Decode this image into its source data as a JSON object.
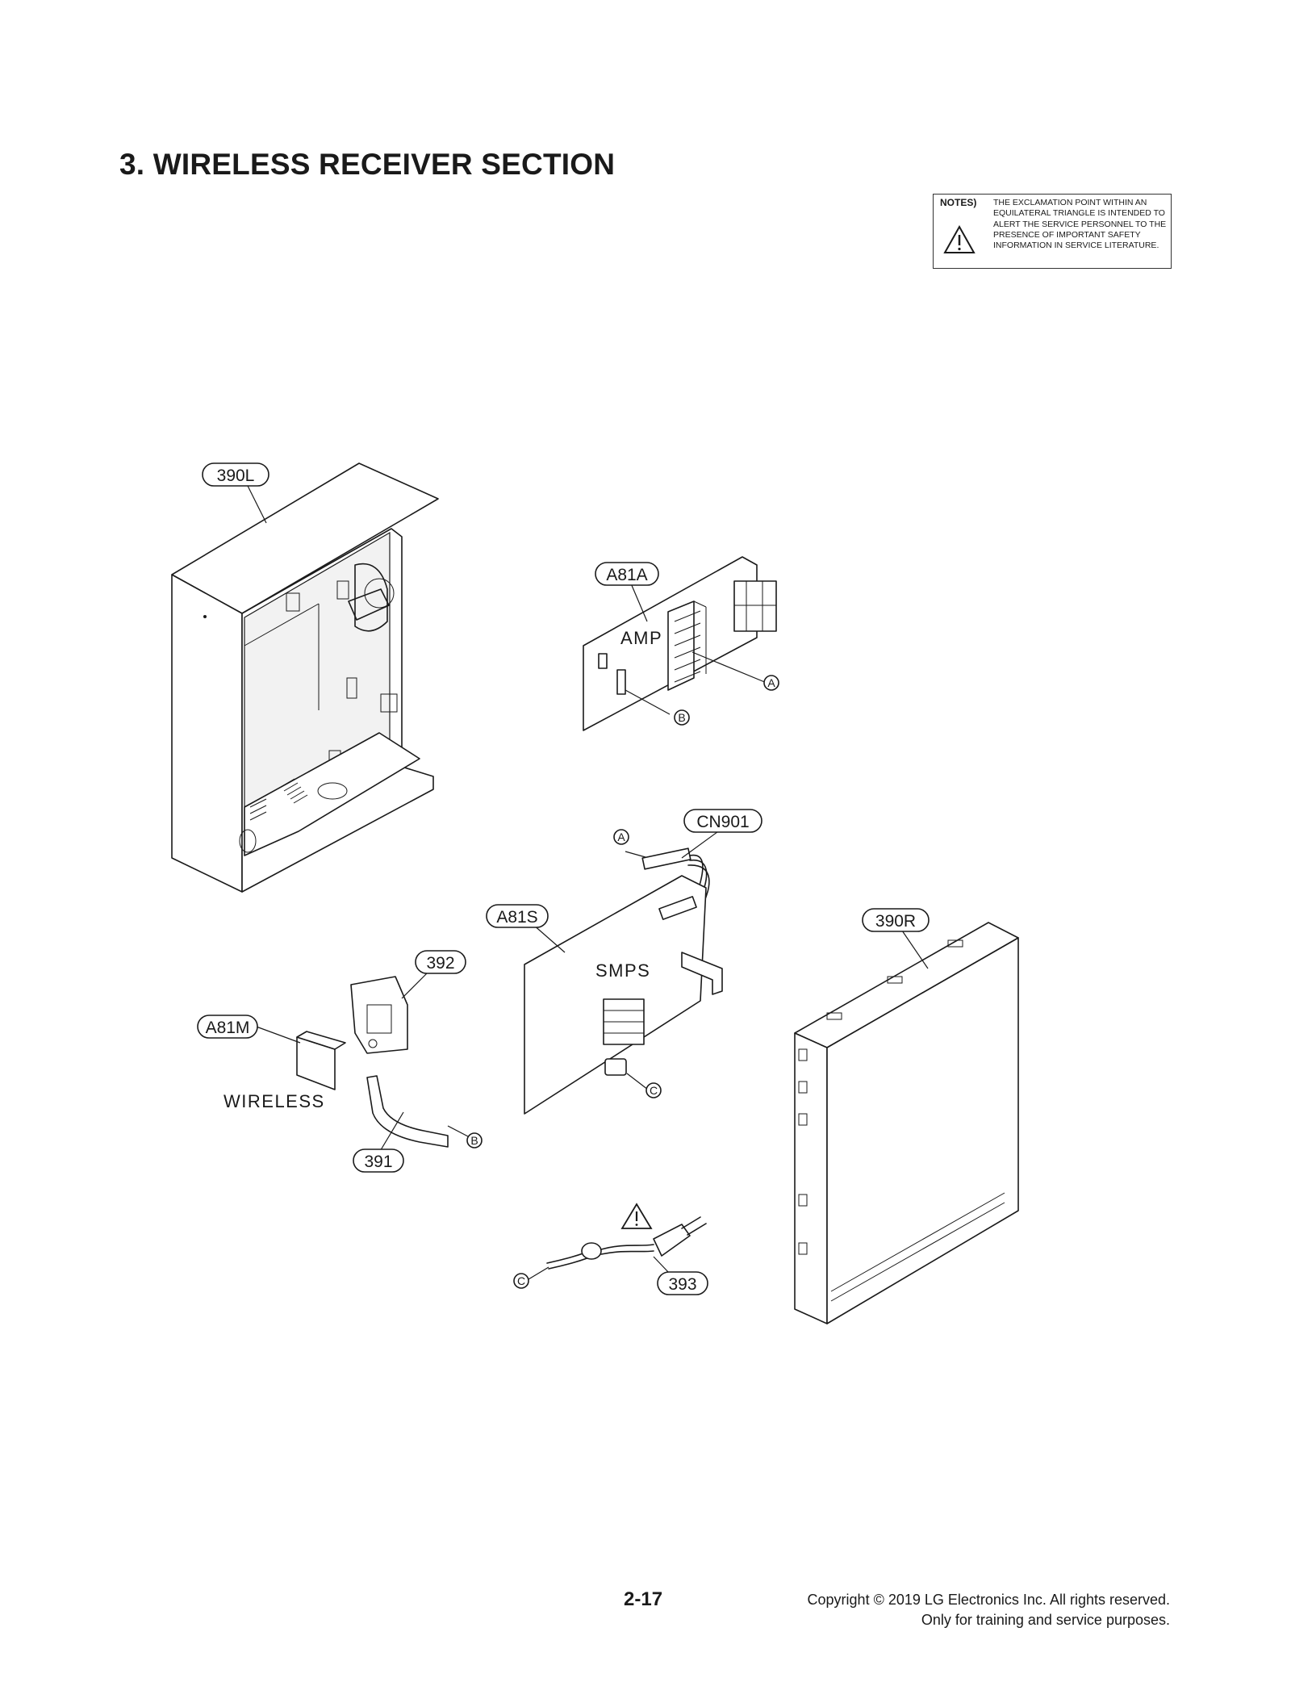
{
  "page": {
    "title": "3. WIRELESS RECEIVER SECTION",
    "notes": {
      "label": "NOTES)",
      "text": "THE EXCLAMATION POINT WITHIN AN EQUILATERAL TRIANGLE IS INTENDED TO ALERT THE SERVICE PERSONNEL TO THE PRESENCE OF IMPORTANT SAFETY INFORMATION IN SERVICE LITERATURE."
    },
    "page_number": "2-17",
    "copyright_line1": "Copyright © 2019 LG Electronics Inc. All rights reserved.",
    "copyright_line2": "Only for training and service purposes."
  },
  "parts": {
    "p390L": "390L",
    "pA81A": "A81A",
    "pCN901": "CN901",
    "pA81S": "A81S",
    "p390R": "390R",
    "p392": "392",
    "pA81M": "A81M",
    "p391": "391",
    "p393": "393"
  },
  "board_text": {
    "amp": "AMP",
    "smps": "SMPS",
    "wireless": "WIRELESS"
  },
  "refs": {
    "a": "A",
    "b": "B",
    "c": "C"
  },
  "icons": {
    "warning": "warning-triangle-icon"
  }
}
